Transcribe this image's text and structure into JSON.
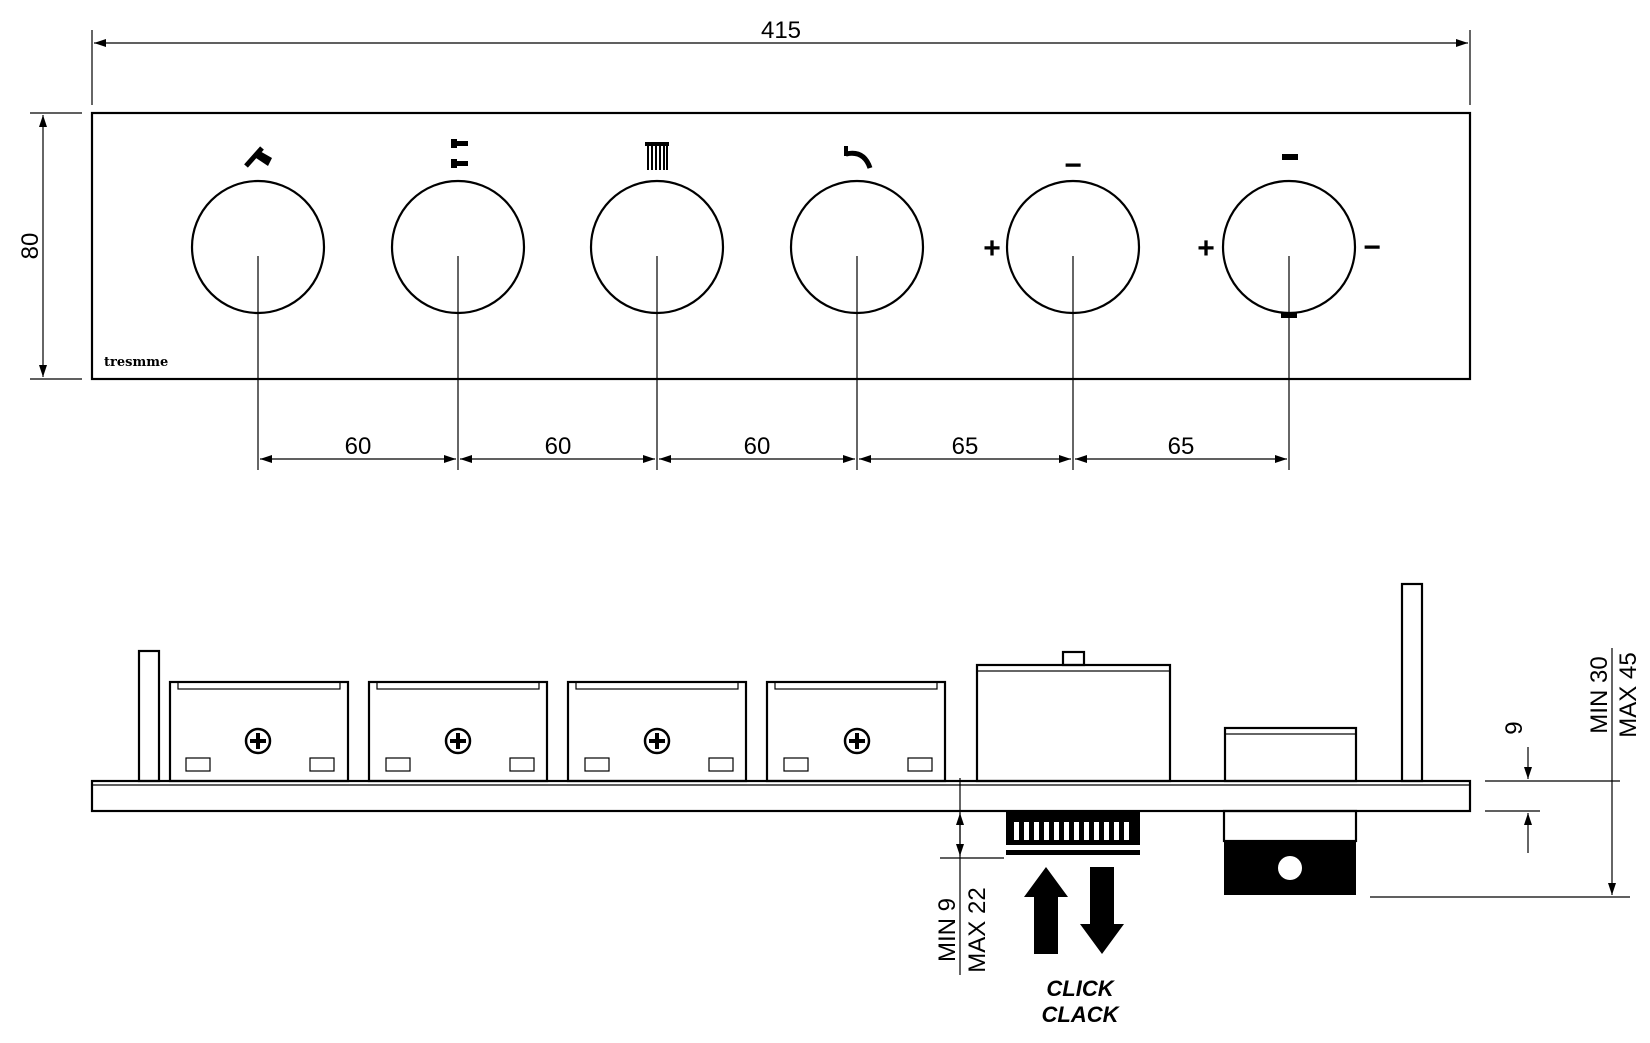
{
  "dimensions": {
    "overall_width": "415",
    "overall_height": "80",
    "spacing": [
      "60",
      "60",
      "60",
      "65",
      "65"
    ],
    "side_face_depth": "9",
    "side_install_min": "MIN 30",
    "side_install_max": "MAX 45",
    "knob_projection_min": "MIN 9",
    "knob_projection_max": "MAX 22"
  },
  "brand": "tresmme",
  "symbols": {
    "minus": "−",
    "plus": "+"
  },
  "knob_icons": [
    "hand-shower-icon",
    "body-jets-icon",
    "rain-shower-icon",
    "bath-spout-icon",
    "flow-control-icon",
    "thermostat-icon"
  ],
  "push_label_line1": "CLICK",
  "push_label_line2": "CLACK"
}
